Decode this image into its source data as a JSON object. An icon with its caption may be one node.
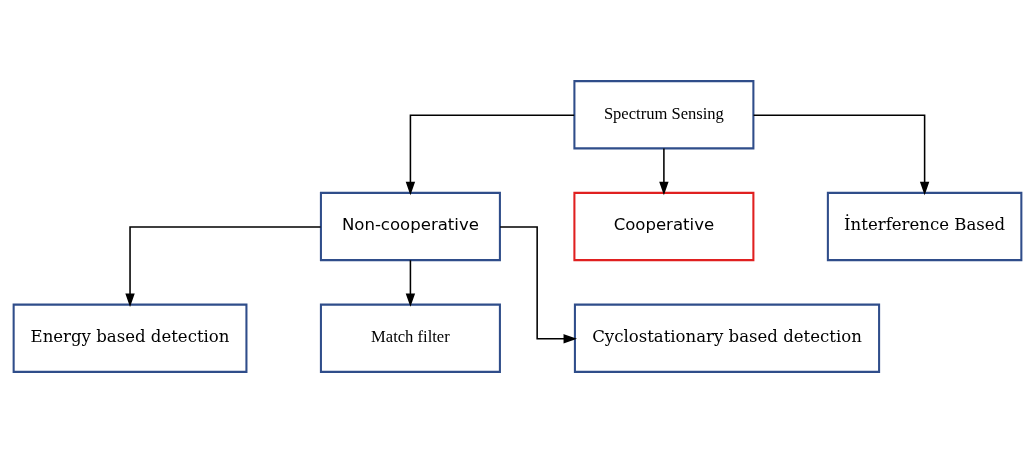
{
  "diagram": {
    "nodes": [
      {
        "text": [
          "Spectrum Sensing"
        ]
      },
      {
        "text": [
          "Non-cooperative"
        ]
      },
      {
        "text": [
          "Cooperative"
        ]
      },
      {
        "text": [
          "İnterference Based"
        ]
      },
      {
        "text": [
          "Energy based detection"
        ]
      },
      {
        "text": [
          "Match filter"
        ]
      },
      {
        "text": [
          "Cyclostationary based detection"
        ]
      }
    ],
    "edges": [
      {
        "from": 0,
        "to": 1,
        "arrow": "to"
      },
      {
        "from": 0,
        "to": 2,
        "arrow": "to"
      },
      {
        "from": 0,
        "to": 3,
        "arrow": "to"
      },
      {
        "from": 1,
        "to": 4,
        "arrow": "to"
      },
      {
        "from": 1,
        "to": 5,
        "arrow": "to"
      },
      {
        "from": 1,
        "to": 6,
        "arrow": "to"
      }
    ]
  }
}
